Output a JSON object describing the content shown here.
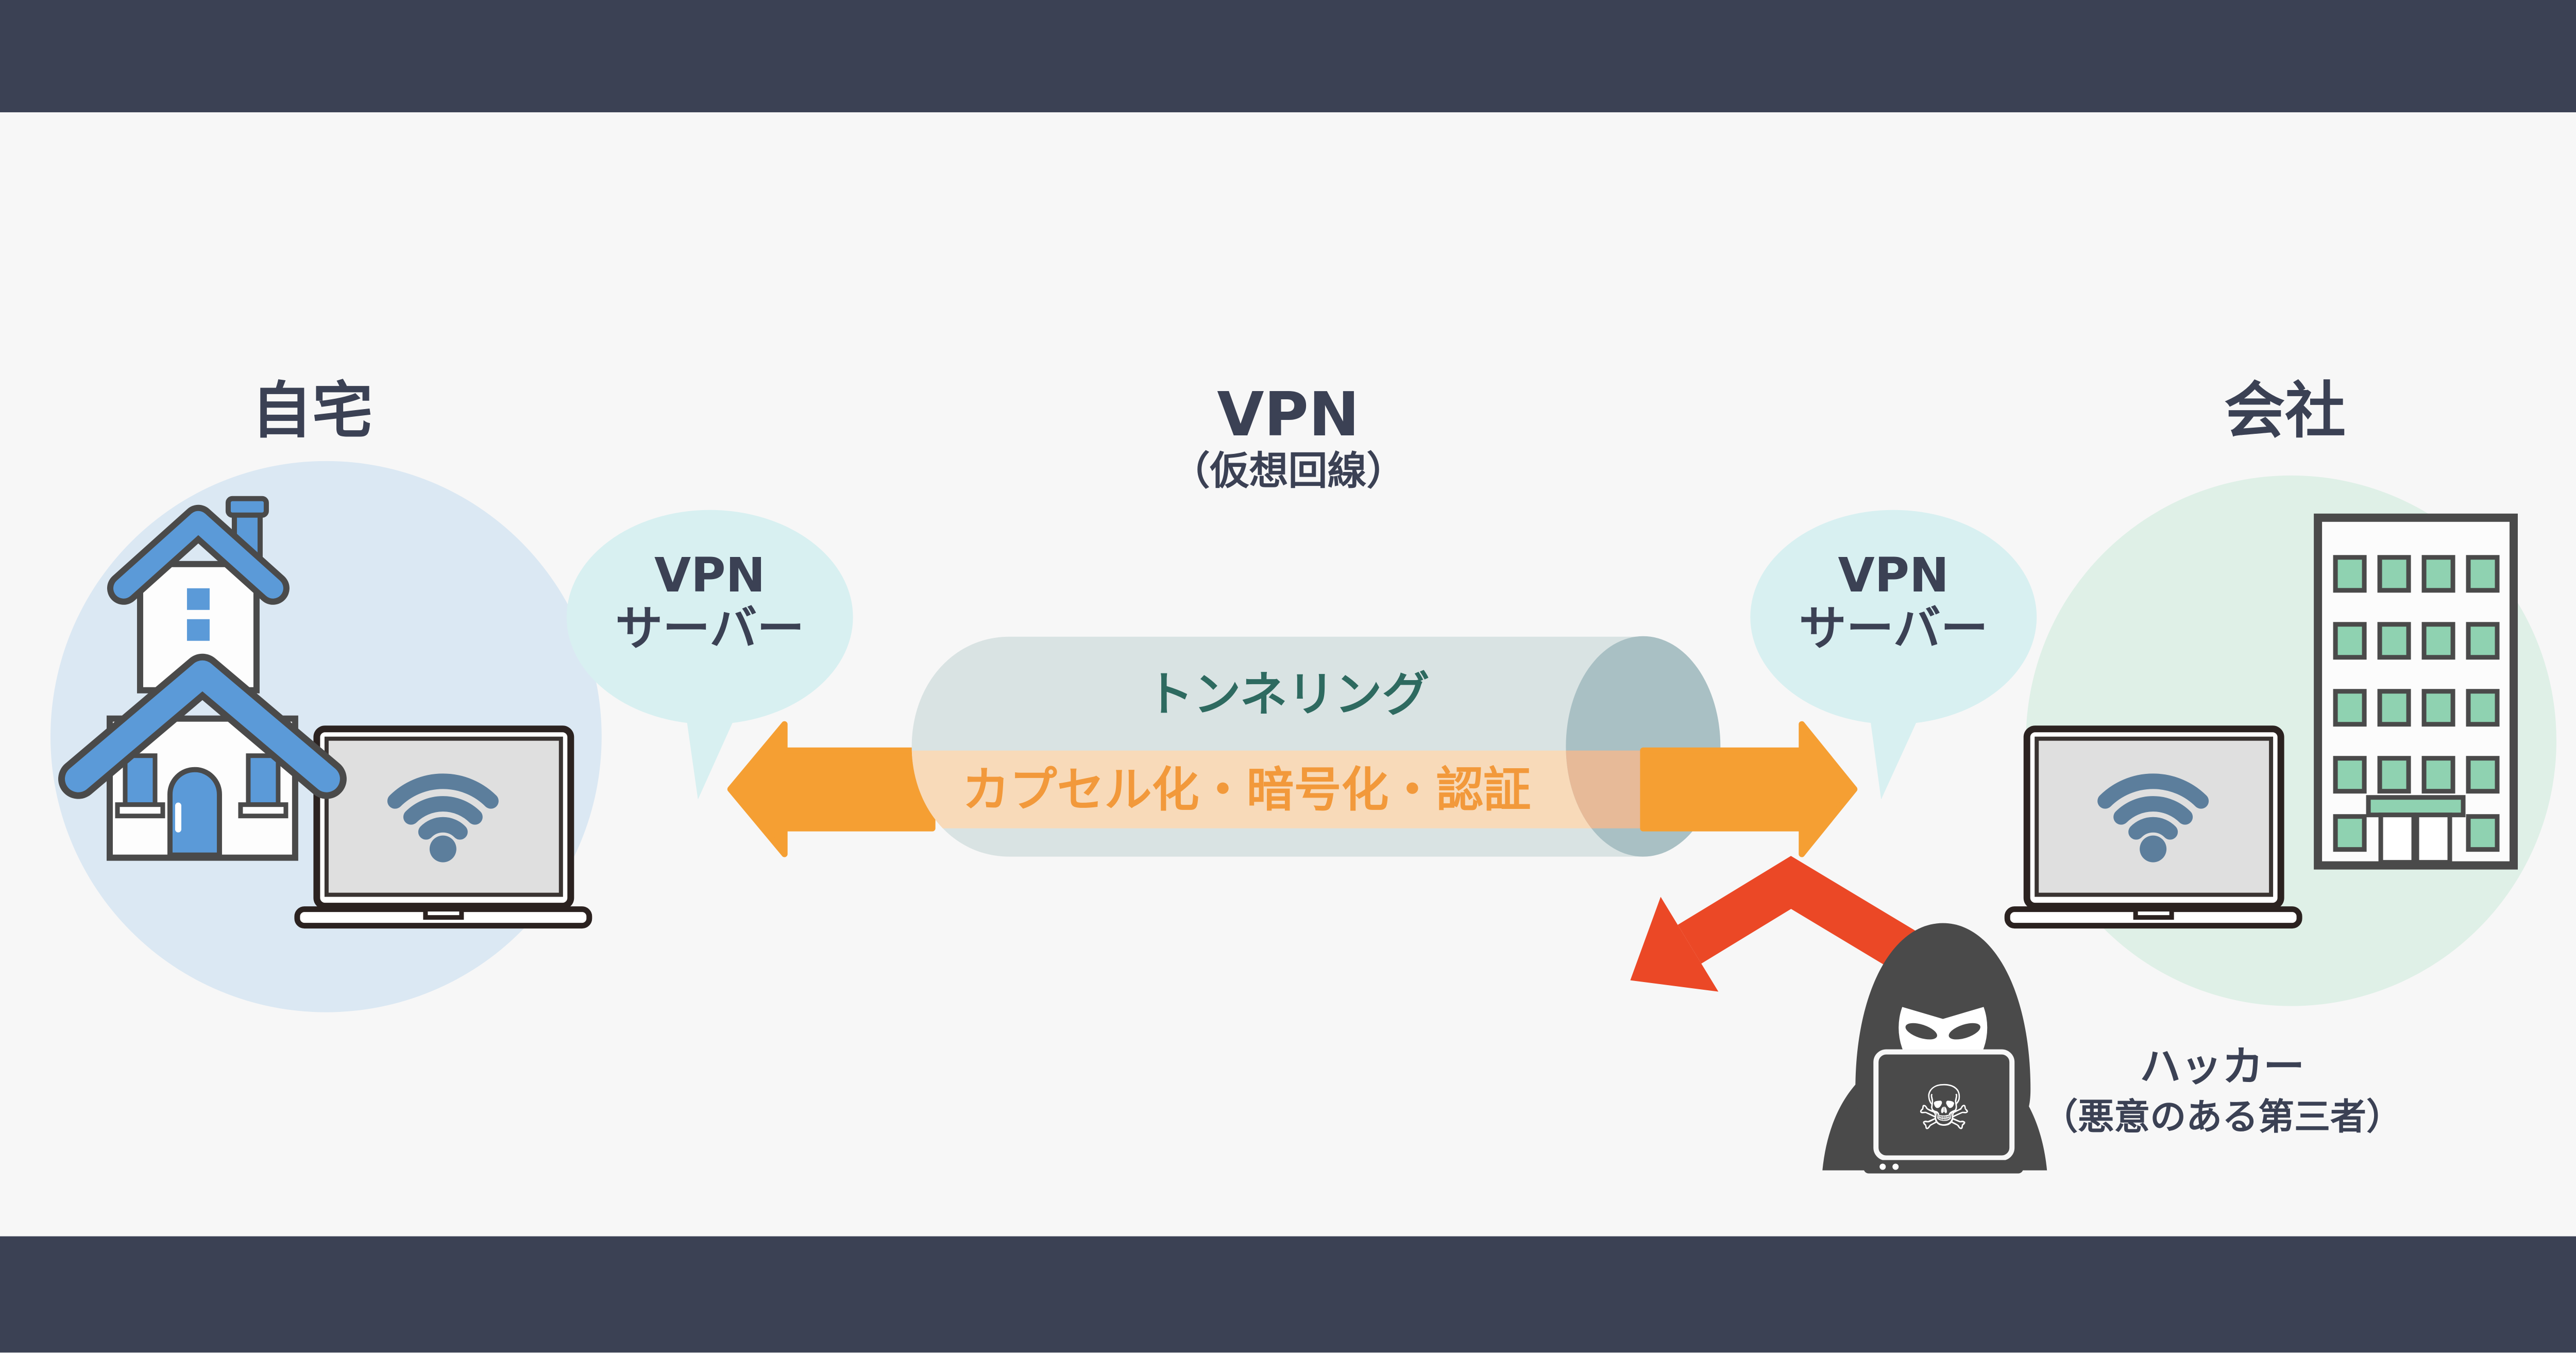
{
  "page": {
    "background": "#F7F7F7",
    "frame_bar_color": "#3B4154"
  },
  "labels": {
    "home_title": "自宅",
    "company_title": "会社",
    "vpn_title": "VPN",
    "vpn_subtitle": "（仮想回線）",
    "hacker_title": "ハッカー",
    "hacker_subtitle": "（悪意のある第三者）"
  },
  "left_server_bubble": {
    "line1": "VPN",
    "line2": "サーバー"
  },
  "right_server_bubble": {
    "line1": "VPN",
    "line2": "サーバー"
  },
  "tunnel": {
    "tunneling_label": "トンネリング",
    "band_label": "カプセル化・暗号化・認証",
    "body_color": "#D9E3E3",
    "opening_color": "#A9C0C4",
    "band_color": "#F8DAB9",
    "tunneling_label_color": "#2E6A60",
    "band_label_color": "#F2993B"
  },
  "arrows": {
    "vpn_arrow_color": "#F59F33",
    "attack_arrow_color": "#EB4826"
  },
  "colors": {
    "text_navy": "#3B4154",
    "house_blue": "#5B9AD8",
    "home_circle": "#DBE8F3",
    "company_circle": "#DFF0E7",
    "bubble_cyan": "#D8F0F1",
    "window_green": "#8FD2B1",
    "wifi_slate": "#5C7E9C",
    "hacker_gray": "#4A4A4A"
  },
  "icons": {
    "skull": "☠"
  }
}
